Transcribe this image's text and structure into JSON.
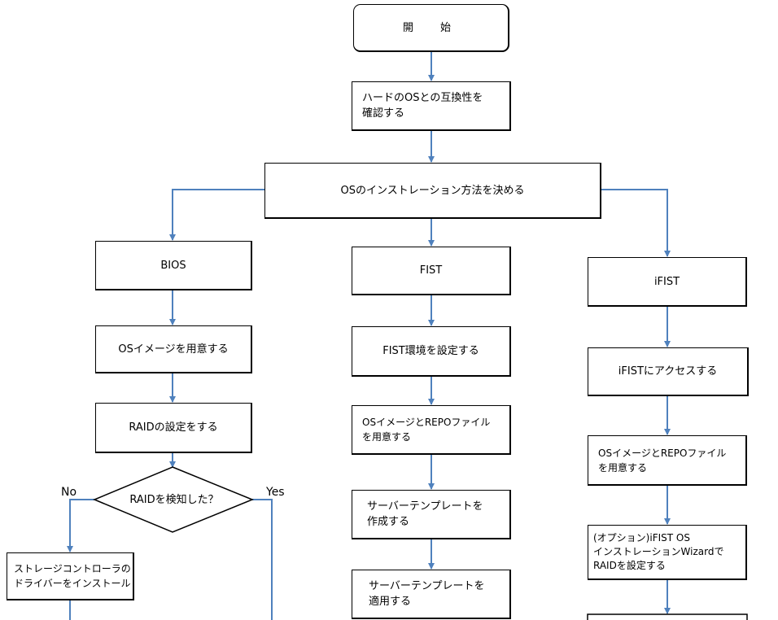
{
  "colors": {
    "connector": "#4f81bd",
    "box_border": "#000000"
  },
  "nodes": {
    "start": "開　始",
    "check": "ハードのOSとの互換性を\n確認する",
    "decide": "OSのインストレーション方法を決める",
    "bios": "BIOS",
    "bios_image": "OSイメージを用意する",
    "bios_raid": "RAIDの設定をする",
    "raid_decision": "RAIDを検知した？",
    "storage_driver": "ストレージコントローラの\nドライバーをインストール",
    "fist": "FIST",
    "fist_env": "FIST環境を設定する",
    "fist_repo": "OSイメージとREPOファイル\nを用意する",
    "fist_template_create": "サーバーテンプレートを\n作成する",
    "fist_template_apply": "サーバーテンプレートを\n適用する",
    "ifist": "iFIST",
    "ifist_access": "iFISTにアクセスする",
    "ifist_repo": "OSイメージとREPOファイル\nを用意する",
    "ifist_raid": "(オプション)iFIST OS\nインストレーションWizardで\nRAIDを設定する"
  },
  "branch_labels": {
    "no": "No",
    "yes": "Yes"
  }
}
